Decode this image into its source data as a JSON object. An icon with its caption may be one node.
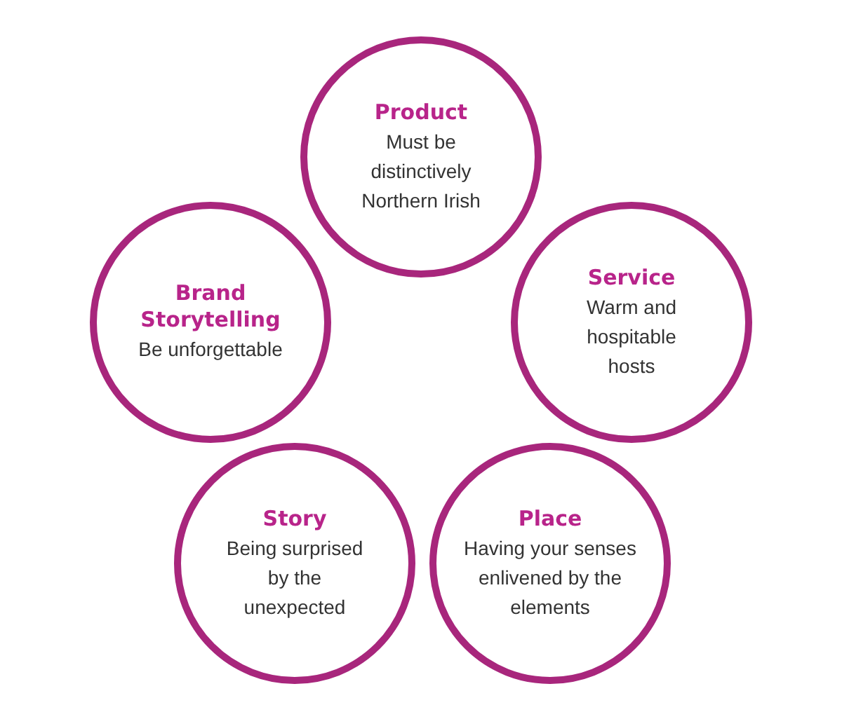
{
  "diagram": {
    "nodes": [
      {
        "text": [
          "Product",
          "Must be distinctively Northern Irish"
        ]
      },
      {
        "text": [
          "Brand Storytelling",
          "Be unforgettable"
        ]
      },
      {
        "text": [
          "Service",
          "Warm and hospitable hosts"
        ]
      },
      {
        "text": [
          "Story",
          "Being surprised by the unexpected"
        ]
      },
      {
        "text": [
          "Place",
          "Having your senses enlivened by the elements"
        ]
      }
    ]
  }
}
